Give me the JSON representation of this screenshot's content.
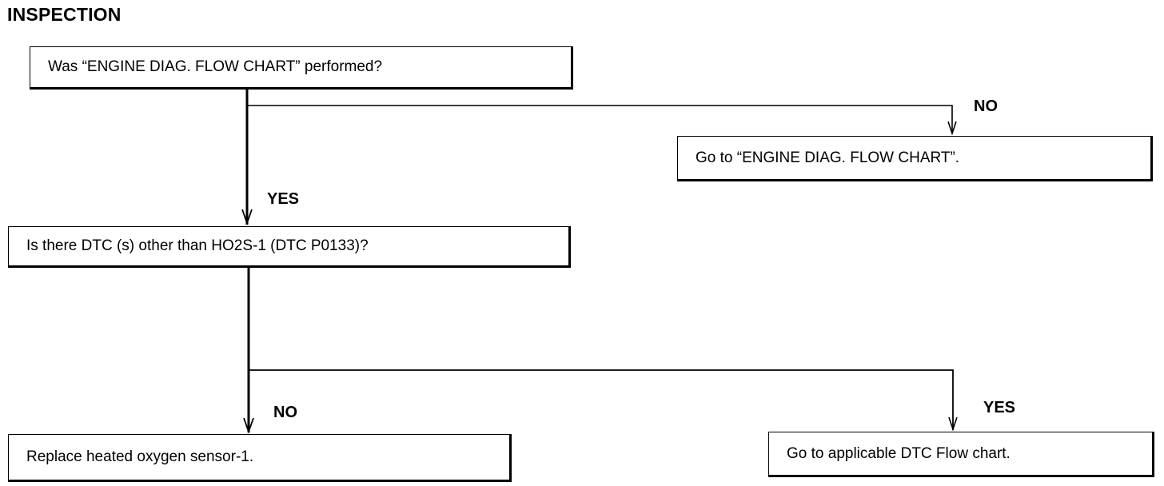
{
  "title": "INSPECTION",
  "nodes": {
    "q1": "Was “ENGINE DIAG. FLOW CHART” performed?",
    "a1": "Go to “ENGINE DIAG. FLOW CHART”.",
    "q2": "Is there DTC (s) other than HO2S-1 (DTC P0133)?",
    "a2": "Replace heated oxygen sensor-1.",
    "a3": "Go to applicable DTC Flow chart."
  },
  "edge_labels": {
    "q1_no": "NO",
    "q1_yes": "YES",
    "q2_no": "NO",
    "q2_yes": "YES"
  }
}
